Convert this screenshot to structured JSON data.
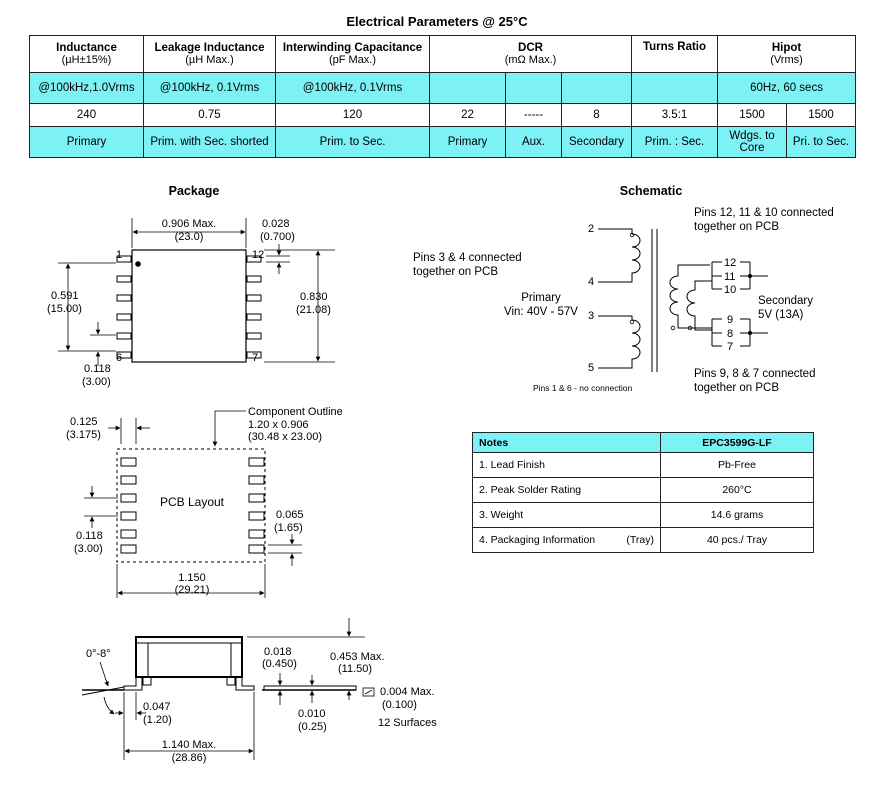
{
  "title": "Electrical Parameters @ 25°C",
  "table": {
    "headers": [
      {
        "name": "Inductance",
        "unit": "(µH±15%)"
      },
      {
        "name": "Leakage Inductance",
        "unit": "(µH Max.)"
      },
      {
        "name": "Interwinding Capacitance",
        "unit": "(pF Max.)"
      },
      {
        "name": "DCR",
        "unit": "(mΩ Max.)"
      },
      {
        "name": "Turns Ratio",
        "unit": ""
      },
      {
        "name": "Hipot",
        "unit": "(Vrms)"
      }
    ],
    "conditions": [
      "@100kHz,1.0Vrms",
      "@100kHz, 0.1Vrms",
      "@100kHz, 0.1Vrms",
      "60Hz, 60 secs"
    ],
    "values": [
      "240",
      "0.75",
      "120",
      "22",
      "-----",
      "8",
      "3.5:1",
      "1500",
      "1500"
    ],
    "descriptions": [
      "Primary",
      "Prim. with Sec. shorted",
      "Prim. to Sec.",
      "Primary",
      "Aux.",
      "Secondary",
      "Prim. : Sec.",
      "Wdgs. to Core",
      "Pri. to Sec."
    ]
  },
  "package": {
    "heading": "Package",
    "dims": {
      "width": "0.906 Max.",
      "width_mm": "(23.0)",
      "pin_w": "0.028",
      "pin_w_mm": "(0.700)",
      "body_h": "0.591",
      "body_h_mm": "(15.00)",
      "overall_h": "0.830",
      "overall_h_mm": "(21.08)",
      "pitch": "0.118",
      "pitch_mm": "(3.00)"
    },
    "pins": {
      "p1": "1",
      "p6": "6",
      "p7": "7",
      "p12": "12"
    }
  },
  "pcb": {
    "outline_label": "Component Outline",
    "outline_size": "1.20 x 0.906",
    "outline_size_mm": "(30.48 x 23.00)",
    "center_label": "PCB Layout",
    "pad_gap": "0.125",
    "pad_gap_mm": "(3.175)",
    "pitch": "0.118",
    "pitch_mm": "(3.00)",
    "pad_w": "0.065",
    "pad_w_mm": "(1.65)",
    "span": "1.150",
    "span_mm": "(29.21)"
  },
  "side": {
    "angle": "0°-8°",
    "foot": "0.047",
    "foot_mm": "(1.20)",
    "length": "1.140 Max.",
    "length_mm": "(28.86)",
    "standoff": "0.018",
    "standoff_mm": "(0.450)",
    "height": "0.453 Max.",
    "height_mm": "(11.50)",
    "lead_t": "0.010",
    "lead_t_mm": "(0.25)",
    "coplanarity": "0.004 Max.",
    "coplanarity_mm": "(0.100)",
    "surfaces": "12 Surfaces"
  },
  "schematic": {
    "heading": "Schematic",
    "note_top": [
      "Pins 12, 11 & 10 connected",
      "together on PCB"
    ],
    "note_left": [
      "Pins 3 & 4 connected",
      "together on PCB"
    ],
    "primary": [
      "Primary",
      "Vin: 40V - 57V"
    ],
    "secondary": [
      "Secondary",
      "5V (13A)"
    ],
    "note_bottom": [
      "Pins 9, 8 & 7 connected",
      "together on PCB"
    ],
    "no_conn": "Pins 1 & 6 - no connection",
    "pins": [
      "2",
      "4",
      "3",
      "5",
      "12",
      "11",
      "10",
      "9",
      "8",
      "7"
    ]
  },
  "notes": {
    "header": [
      "Notes",
      "EPC3599G-LF"
    ],
    "rows": [
      {
        "label": "1.  Lead Finish",
        "extra": "",
        "value": "Pb-Free"
      },
      {
        "label": "2.  Peak Solder Rating",
        "extra": "",
        "value": "260°C"
      },
      {
        "label": "3.  Weight",
        "extra": "",
        "value": "14.6 grams"
      },
      {
        "label": "4.  Packaging Information",
        "extra": "(Tray)",
        "value": "40 pcs./ Tray"
      }
    ]
  },
  "colors": {
    "header_fill": "#7cf1f6"
  }
}
